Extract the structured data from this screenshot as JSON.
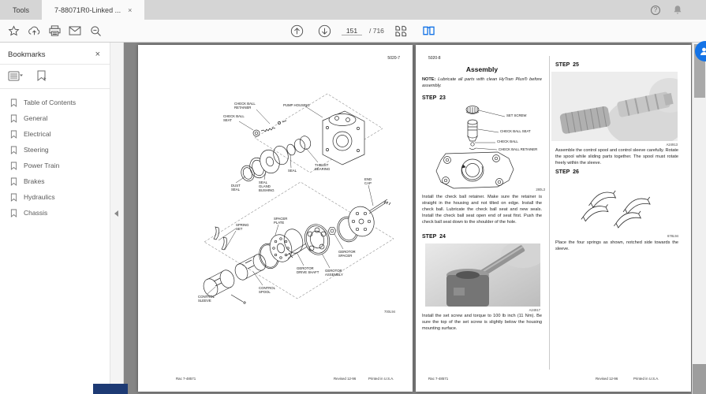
{
  "tab_bar": {
    "tools_tab": "Tools",
    "document_tab": "7-88071R0-Linked ...",
    "close_glyph": "×",
    "help_glyph": "?"
  },
  "toolbar": {
    "page_current": "151",
    "page_total": "/ 716"
  },
  "bookmarks": {
    "title": "Bookmarks",
    "close_glyph": "×",
    "items": [
      {
        "label": "Table of Contents"
      },
      {
        "label": "General"
      },
      {
        "label": "Electrical"
      },
      {
        "label": "Steering"
      },
      {
        "label": "Power Train"
      },
      {
        "label": "Brakes"
      },
      {
        "label": "Hydraulics"
      },
      {
        "label": "Chassis"
      }
    ]
  },
  "left_page": {
    "page_number": "5020-7",
    "figure_code": "700L94",
    "labels": [
      {
        "text": "CHECK BALL\nRETAINER"
      },
      {
        "text": "CHECK BALL\nSEAT"
      },
      {
        "text": "PUMP HOUSING"
      },
      {
        "text": "THRUST\nBEARING"
      },
      {
        "text": "SEAL"
      },
      {
        "text": "DUST\nSEAL"
      },
      {
        "text": "SEAL\nGLAND\nBUSHING"
      },
      {
        "text": "END\nCAP"
      },
      {
        "text": "SPRING\nSET"
      },
      {
        "text": "SPACER\nPLATE"
      },
      {
        "text": "CONTROL\nSPOOL"
      },
      {
        "text": "CONTROL\nSLEEVE"
      },
      {
        "text": "GEROTOR\nDRIVE SHAFT"
      },
      {
        "text": "GEROTOR\nASSEMBLY"
      },
      {
        "text": "GEROTOR\nSPACER"
      }
    ],
    "footer": {
      "left": "Rac 7-48571",
      "center": "Revised 12-96",
      "right": "Printed in U.S.A."
    }
  },
  "right_page": {
    "page_number": "5020-8",
    "title": "Assembly",
    "note_label": "NOTE:",
    "note_text": "Lubricate all parts with clean HyTran Plus® before assembly.",
    "steps": {
      "step23": {
        "heading": "STEP 23",
        "figure_code": "280L3",
        "labels": [
          "SET SCREW",
          "CHECK BALL SEAT",
          "CHECK BALL",
          "CHECK BALL RETAINER"
        ],
        "body": "Install the check ball retainer. Make sure the retainer is straight in the housing and not tilted on edge. Install the check ball. Lubricate the check ball seat and new seals. Install the check ball seat open end of seat first. Push the check ball seat down to the shoulder of the hole."
      },
      "step24": {
        "heading": "STEP 24",
        "figure_code": "A24917",
        "body": "Install the set screw and torque to 100 lb inch (11 Nm). Be sure the top of the set screw is slightly below the housing mounting surface."
      },
      "step25": {
        "heading": "STEP 25",
        "figure_code": "A24913",
        "body": "Assemble the control spool and control sleeve carefully. Rotate the spool while sliding parts together. The spool must rotate freely within the sleeve."
      },
      "step26": {
        "heading": "STEP 26",
        "figure_code": "678L94",
        "body": "Place the four springs as shown, notched side towards the sleeve."
      }
    },
    "footer": {
      "left": "Rac 7-48571",
      "center": "Revised 12-96",
      "right": "Printed in U.S.A."
    }
  },
  "colors": {
    "accent_blue": "#1473e6",
    "doc_background": "#858585",
    "bottom_fragment_navy": "#1d3a74"
  }
}
